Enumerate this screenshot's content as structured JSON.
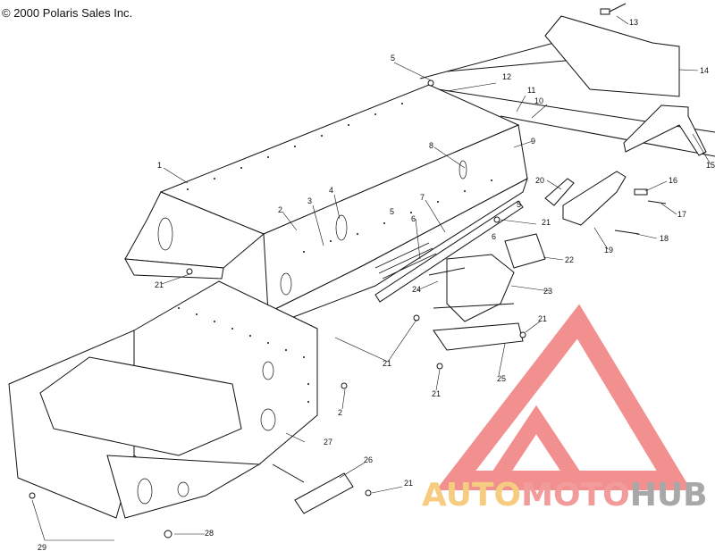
{
  "copyright": "© 2000 Polaris Sales Inc.",
  "watermark": {
    "part1": "AUTO",
    "part2": "MOTO",
    "part3": "HUB",
    "color1": "#f4c46a",
    "color2": "#f08a8a",
    "color3": "#9a9a9a",
    "logo_color": "#f07c7c"
  },
  "callouts": [
    {
      "id": "c1",
      "text": "1"
    },
    {
      "id": "c2",
      "text": "2"
    },
    {
      "id": "c3",
      "text": "3"
    },
    {
      "id": "c4",
      "text": "4"
    },
    {
      "id": "c5a",
      "text": "5"
    },
    {
      "id": "c5b",
      "text": "5"
    },
    {
      "id": "c5c",
      "text": "5"
    },
    {
      "id": "c6a",
      "text": "6"
    },
    {
      "id": "c6b",
      "text": "6"
    },
    {
      "id": "c7",
      "text": "7"
    },
    {
      "id": "c8",
      "text": "8"
    },
    {
      "id": "c9",
      "text": "9"
    },
    {
      "id": "c10",
      "text": "10"
    },
    {
      "id": "c11",
      "text": "11"
    },
    {
      "id": "c12",
      "text": "12"
    },
    {
      "id": "c13",
      "text": "13"
    },
    {
      "id": "c14",
      "text": "14"
    },
    {
      "id": "c15",
      "text": "15"
    },
    {
      "id": "c16",
      "text": "16"
    },
    {
      "id": "c17",
      "text": "17"
    },
    {
      "id": "c18",
      "text": "18"
    },
    {
      "id": "c19",
      "text": "19"
    },
    {
      "id": "c20",
      "text": "20"
    },
    {
      "id": "c21a",
      "text": "21"
    },
    {
      "id": "c21b",
      "text": "21"
    },
    {
      "id": "c21c",
      "text": "21"
    },
    {
      "id": "c21d",
      "text": "21"
    },
    {
      "id": "c21e",
      "text": "21"
    },
    {
      "id": "c21f",
      "text": "21"
    },
    {
      "id": "c21g",
      "text": "2"
    },
    {
      "id": "c22",
      "text": "22"
    },
    {
      "id": "c23",
      "text": "23"
    },
    {
      "id": "c24",
      "text": "24"
    },
    {
      "id": "c25",
      "text": "25"
    },
    {
      "id": "c26",
      "text": "26"
    },
    {
      "id": "c27",
      "text": "27"
    },
    {
      "id": "c28",
      "text": "28"
    },
    {
      "id": "c29",
      "text": "29"
    }
  ]
}
